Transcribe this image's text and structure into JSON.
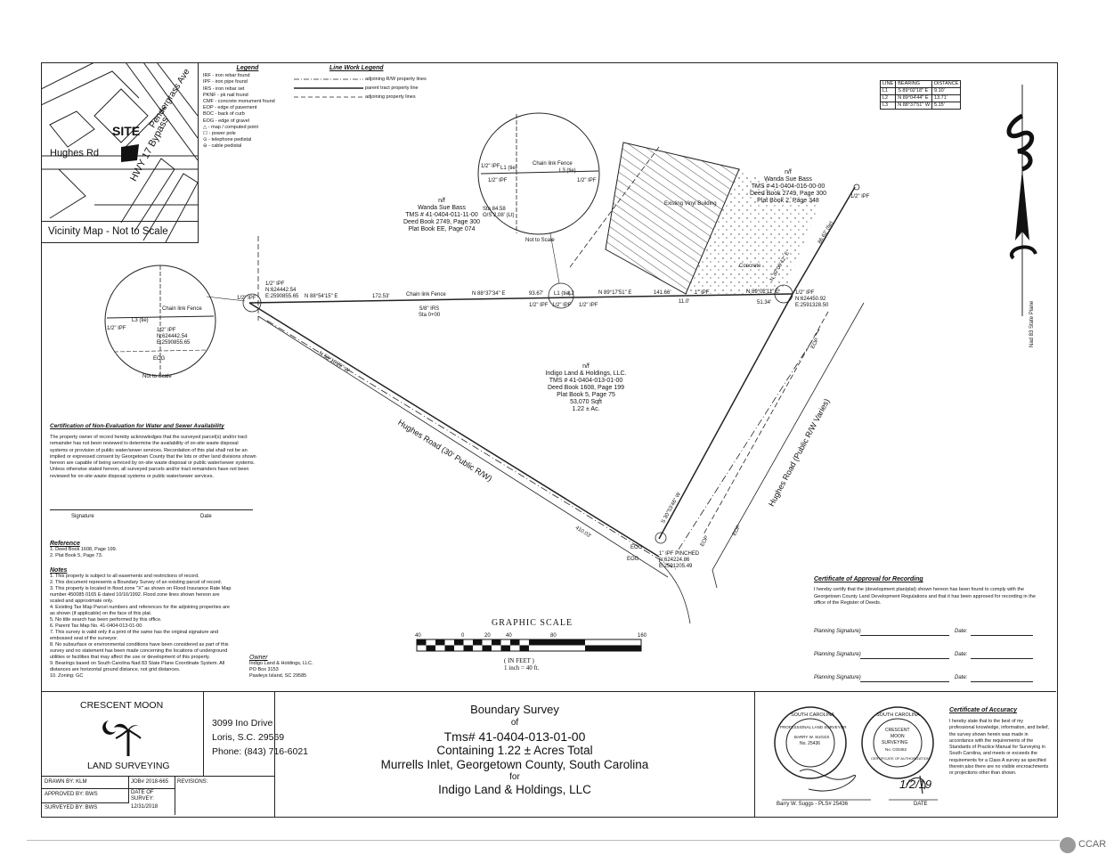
{
  "vicinity": {
    "site": "SITE",
    "road1": "Hughes Rd",
    "road2": "HWY 17 Bypass",
    "road3": "Pendergrass Ave",
    "caption": "Vicinity Map - Not to Scale"
  },
  "legend": {
    "title": "Legend",
    "items": [
      "IRF - iron rebar found",
      "IPF - iron pipe found",
      "IRS - iron rebar set",
      "PKNF - pk nail found",
      "CMF - concrete monument found",
      "EOP - edge of pavement",
      "BOC - back of curb",
      "EOG - edge of gravel",
      "△ - map / computed point",
      "☐ - power pole",
      "⊙ - telephone pedistal",
      "⊖ - cable pedistal"
    ]
  },
  "linework": {
    "title": "Line Work Legend",
    "items": [
      "adjoining R/W property lines",
      "parent tract property line",
      "adjoining property lines"
    ]
  },
  "line_table": {
    "headers": [
      "LINE",
      "BEARING",
      "DISTANCE"
    ],
    "rows": [
      [
        "L1",
        "S 89°02'18\" E",
        "9.10'"
      ],
      [
        "L2",
        "N 89°04'44\" E",
        "13.71'"
      ],
      [
        "L3",
        "N 88°37'51\" W",
        "5.15'"
      ]
    ]
  },
  "north": {
    "label": "Nad 83 State Plane"
  },
  "plat": {
    "owner1": {
      "nf": "n/f",
      "name": "Wanda Sue Bass",
      "tms": "TMS # 41-0404-011-11-00",
      "deed": "Deed Book 2749, Page 300",
      "plat": "Plat Book EE, Page 074"
    },
    "owner2": {
      "nf": "n/f",
      "name": "Wanda Sue Bass",
      "tms": "TMS # 41-0404-016-00-00",
      "deed": "Deed Book 2749, Page 300",
      "plat": "Plat Book 2, Page 348"
    },
    "subject": {
      "nf": "n/f",
      "name": "Indigo Land & Holdings, LLC.",
      "tms": "TMS # 41-0404-013-01-00",
      "deed": "Deed Book 1608, Page 199",
      "plat": "Plat Book 5, Page 75",
      "sqft": "53,070 Sqft",
      "acres": "1.22 ± Ac."
    },
    "building": "Existing Vinyl Building",
    "concrete": "Concrete",
    "road_a": "Hughes Road (30' Public R/W)",
    "road_b": "Hughes Road (Public R/W Varies)",
    "bearing_nw": "N 58°16'29\" W",
    "bearing_sw": "S 30°53'46\" W",
    "bearing_ne": "N 30°09'42\" E",
    "dist_410": "410.03'",
    "dist_172": "172.53'",
    "dist_93": "93.67'",
    "dist_141": "141.66'",
    "dist_51": "51.34'",
    "dist_11": "11.0'",
    "dist_86": "86.62' (fie)",
    "b1": "N 88°54'15\" E",
    "b2": "N 88°37'34\" E",
    "b3": "N 89°17'51\" E",
    "b4": "N 89°02'11\" E",
    "fence": "Chain link Fence",
    "irs": "5/8\" IRS",
    "sta": "Sta 0+00",
    "ipf_half": "1/2\" IPF",
    "ipf_one": "1\" IPF",
    "nw_corner": [
      "1/2\" IPF",
      "N:624442.54",
      "E:2590855.65"
    ],
    "ne_corner": [
      "1/2\" IPF",
      "N:624450.92",
      "E:2591328.50"
    ],
    "s_corner": [
      "1\" IPF PINCHED",
      "N:624224.86",
      "E:2591205.49"
    ],
    "eog": "EOG",
    "eop": "EOP",
    "not_to_scale": "Not to Scale",
    "circle_sta": [
      "Sta 84.58",
      "O/S 2.08' (Lt)"
    ],
    "l1": "L1 (tie)",
    "l2": "L2",
    "l3": "L3 (tie)"
  },
  "graphic_scale": {
    "title": "GRAPHIC SCALE",
    "ticks": [
      "40",
      "0",
      "20",
      "40",
      "80",
      "160"
    ],
    "unit": "( IN FEET )",
    "ratio": "1 inch = 40  ft."
  },
  "certification": {
    "title": "Certification of Non-Evaluation for Water and Sewer Availability",
    "body": "The property owner of record hereby acknowledges that the surveyed parcel(s) and/or tract remainder has not been reviewed to determine the availability of on-site waste disposal systems or provision of public water/sewer services. Recordation of this plat shall not be an implied or expressed consent by Georgetown County that the lots or other land divisions shown hereon are capable of being serviced by on-site waste disposal or public water/sewer systems. Unless otherwise stated hereon, all surveyed parcels and/or tract remainders have not been reviewed for on-site waste disposal systems or public water/sewer services.",
    "signature": "Signature",
    "date": "Date"
  },
  "reference": {
    "title": "Reference",
    "items": [
      "1. Deed Book 1608, Page 199.",
      "2. Plat Book 5, Page 73."
    ]
  },
  "notes": {
    "title": "Notes",
    "items": [
      "1. This property is subject to all easements and restrictions of record.",
      "2. This document represents a Boundary Survey of an existing parcel of record.",
      "3. This property is located in flood zone \"X\" as shown on Flood Insurance Rate Map number 450085 0165 E dated 10/16/1992. Flood zone lines shown hereon are scaled and approximate only.",
      "4. Existing Tax Map Parcel numbers and references for the adjoining properties are as shown (if applicable) on the face of this plat.",
      "5. No title search has been performed by this office.",
      "6. Parent Tax Map No. 41-0404-013-01-00",
      "7. This survey is valid only if a print of the same has the original signature and embossed seal of the surveyor.",
      "8. No subsurface or environmental conditions have been considered as part of this survey and no statement has been made concerning the locations of underground utilities or facilities that may affect the use or development of this property.",
      "9. Bearings based on South Carolina Nad 83 State Plane Coordinate System. All distances are horizontal ground distance, not grid distances.",
      "10. Zoning: GC"
    ]
  },
  "owner": {
    "title": "Owner",
    "lines": [
      "Indigo Land & Holdings, LLC.",
      "PO Box 3153",
      "Pawleys Island, SC 29585"
    ]
  },
  "approval": {
    "title": "Certificate of Approval for Recording",
    "body": "I hereby certify that the (development plan/plat) shown hereon has been found to comply with the Georgetown County Land Development Regulations and that it has been approved for recording in the office of the Register of Deeds.",
    "sig": "Planning Signature)",
    "sig2": "Planning Signature)",
    "sig3": "Planning Signature)",
    "date": "Date:"
  },
  "titleblock": {
    "company1": "CRESCENT MOON",
    "company2": "LAND SURVEYING",
    "addr1": "3099 Ino Drive",
    "addr2": "Loris, S.C. 29569",
    "phone": "Phone: (843) 716-6021",
    "drawn": "DRAWN BY: KLM",
    "job": "JOB# 2018-665",
    "revisions": "REVISIONS:",
    "approved": "APPROVED BY: BWS",
    "date_label": "DATE OF SURVEY:",
    "date_val": "12/31/2018",
    "surveyed": "SURVEYED BY: BWS",
    "t1": "Boundary Survey",
    "t2": "of",
    "t3": "Tms# 41-0404-013-01-00",
    "t4": "Containing 1.22 ± Acres Total",
    "t5": "Murrells Inlet, Georgetown County, South Carolina",
    "t6": "for",
    "t7": "Indigo Land & Holdings, LLC"
  },
  "seals": {
    "seal1": [
      "SOUTH CAROLINA",
      "PROFESSIONAL LAND SURVEYOR",
      "BARRY W. SUGGS",
      "No. 25436"
    ],
    "seal2": [
      "SOUTH CAROLINA",
      "CRESCENT",
      "MOON",
      "SURVEYING",
      "No. C03452",
      "CERTIFICATE OF AUTHORIZATION"
    ],
    "signer": "Barry W. Suggs - PLS# 25436",
    "date": "1/2/19",
    "date_label": "DATE"
  },
  "accuracy": {
    "title": "Certificate of Accuracy",
    "body": "I hereby state that to the best of my professional knowledge, information, and belief, the survey shown herein was made in accordance with the requirements of the Standards of Practice Manual for Surveying in South Carolina, and meets or exceeds the requirements for a Class A survey as specified therein;also there are no visible encroachments or projections other than shown."
  },
  "watermark": "CCAR"
}
